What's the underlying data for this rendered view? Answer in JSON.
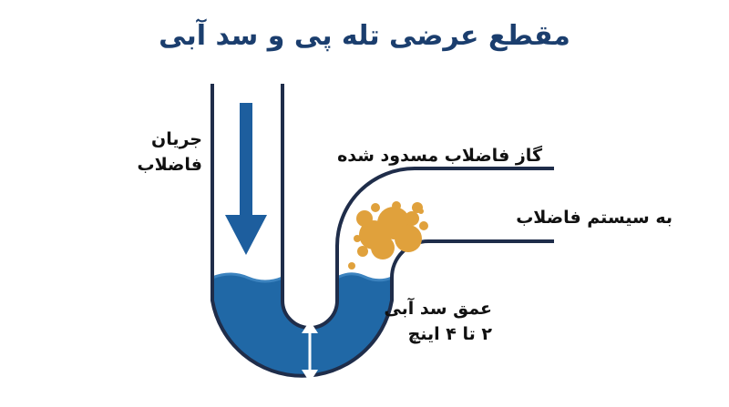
{
  "title": "مقطع عرضی تله پی و سد آبی",
  "labels": {
    "inflow_line1": "جریان",
    "inflow_line2": "فاضلاب",
    "sewer_gas": "گاز فاضلاب مسدود شده",
    "to_sewer": "به سیستم فاضلاب",
    "seal_depth_line1": "عمق سد آبی",
    "seal_depth_line2": "۲ تا ۴ اینچ"
  },
  "colors": {
    "pipe": "#1f2d4a",
    "water": "#2068a6",
    "water_surface": "#3c83bf",
    "arrow": "#1d5e9e",
    "gas": "#e0a13c",
    "title": "#1b3e6e"
  },
  "icons": [
    "down-flow-arrow",
    "double-headed-arrow",
    "gas-bubbles"
  ]
}
